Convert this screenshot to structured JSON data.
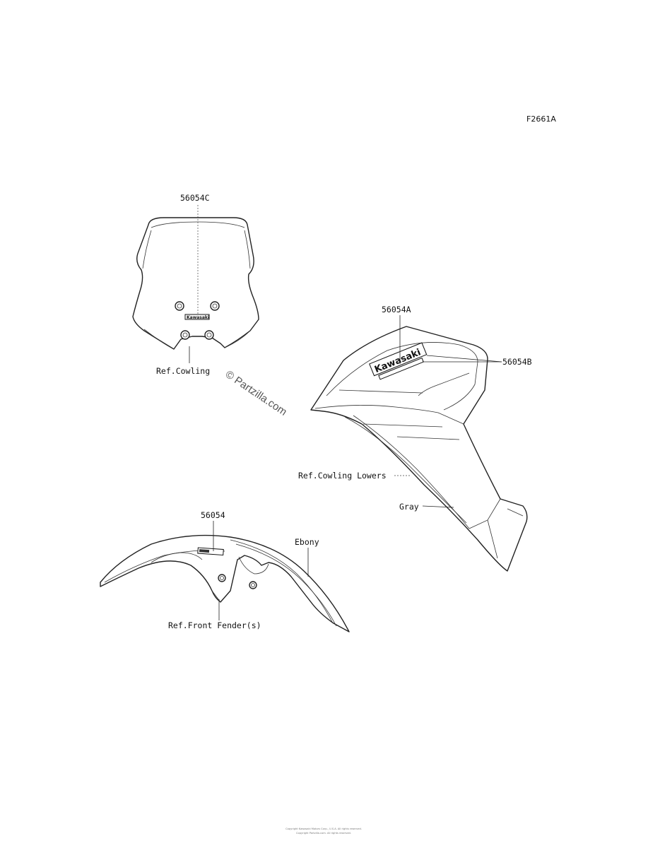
{
  "figure_code": "F2661A",
  "watermark": "© Partzilla.com",
  "logo_text": "Kawasaki",
  "parts": {
    "windshield_decal": "56054C",
    "windshield_ref": "Ref.Cowling",
    "cowl_decal_a": "56054A",
    "cowl_decal_b": "56054B",
    "cowl_ref": "Ref.Cowling Lowers",
    "cowl_color": "Gray",
    "fender_decal": "56054",
    "fender_color": "Ebony",
    "fender_ref": "Ref.Front Fender(s)"
  },
  "footer": {
    "line1": "Copyright Kawasaki Motors Corp., U.S.A. All rights reserved.",
    "line2": "Copyright Partzilla.com. All rights reserved."
  }
}
